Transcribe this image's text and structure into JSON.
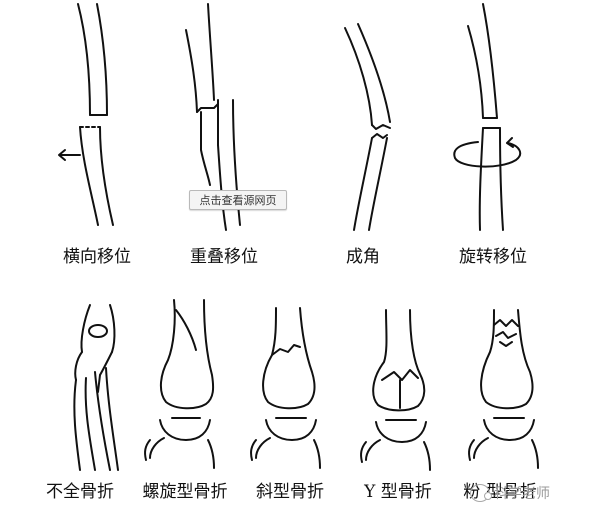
{
  "labels": {
    "transverse": "横向移位",
    "overlap": "重叠移位",
    "angulation": "成角",
    "rotation": "旋转移位",
    "incomplete": "不全骨折",
    "spiral": "螺旋型骨折",
    "oblique": "斜型骨折",
    "y_type": "Y 型骨折",
    "comminuted": "粉   型骨折"
  },
  "overlay": {
    "view_source_button": "点击查看源网页",
    "watermark_text": "科学老师"
  },
  "colors": {
    "line": "#111111",
    "watermark": "#9a9a9a"
  },
  "icons": {
    "displacement_arrow": "left-arrow-icon",
    "rotation_arrow": "circular-arrow-icon",
    "watermark": "wechat-icon"
  }
}
